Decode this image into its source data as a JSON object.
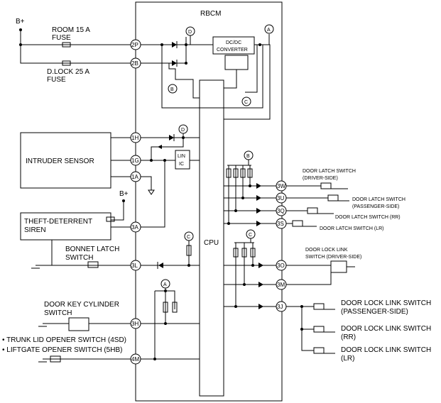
{
  "module": {
    "title": "RBCM",
    "cpu": "CPU",
    "converter": [
      "DC/DC",
      "CONVERTER"
    ],
    "lin_ic": [
      "LIN",
      "IC"
    ]
  },
  "power": {
    "bplus": "B+",
    "fuse_room": [
      "ROOM 15 A",
      "FUSE"
    ],
    "fuse_dlock": [
      "D.LOCK 25 A",
      "FUSE"
    ]
  },
  "devices": {
    "intruder_sensor": "INTRUDER SENSOR",
    "theft_siren": [
      "THEFT-DETERRENT",
      "SIREN"
    ],
    "bonnet_switch": [
      "BONNET LATCH",
      "SWITCH"
    ],
    "door_key_cylinder": [
      "DOOR KEY CYLINDER",
      "SWITCH"
    ],
    "trunk_lid": "• TRUNK LID OPENER SWITCH (4SD)",
    "liftgate": "• LIFTGATE OPENER SWITCH (5HB)"
  },
  "right_switches": {
    "latch_driver": [
      "DOOR LATCH SWITCH",
      "(DRIVER-SIDE)"
    ],
    "latch_passenger": [
      "DOOR LATCH SWITCH",
      "(PASSENGER-SIDE)"
    ],
    "latch_rr": "DOOR LATCH SWITCH (RR)",
    "latch_lr": "DOOR LATCH SWITCH (LR)",
    "lock_link_driver": [
      "DOOR LOCK LINK",
      "SWITCH (DRIVER-SIDE)"
    ],
    "lock_link_passenger": [
      "DOOR LOCK LINK SWITCH",
      "(PASSENGER-SIDE)"
    ],
    "lock_link_rr": [
      "DOOR LOCK LINK SWITCH",
      "(RR)"
    ],
    "lock_link_lr": [
      "DOOR LOCK LINK SWITCH",
      "(LR)"
    ]
  },
  "pins": {
    "p2p": "2P",
    "p2b": "2B",
    "p1h": "1H",
    "p1g": "1G",
    "p1a": "1A",
    "p3a": "3A",
    "p3l": "3L",
    "p3h": "3H",
    "p4m": "4M",
    "p3w": "3W",
    "p3u": "3U",
    "p3q": "3Q",
    "p3s": "3S",
    "p3o": "3O",
    "p3m": "3M",
    "p3j": "3J"
  },
  "refs": {
    "a": "A",
    "b": "B",
    "c": "C",
    "d": "D"
  }
}
